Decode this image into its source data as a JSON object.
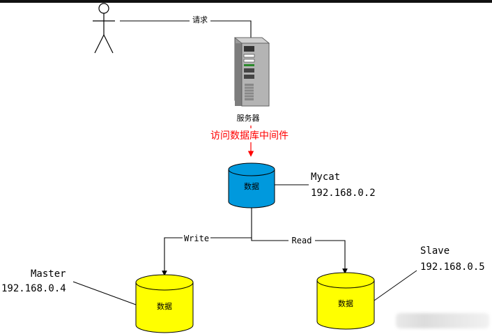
{
  "colors": {
    "request_line": "#000000",
    "access_arrow": "#ff0000",
    "access_text": "#ff0000",
    "mycat_fill": "#0099dd",
    "node_fill": "#ffff00",
    "server_body": "#b4b4b4"
  },
  "edges": {
    "request": "请求",
    "access": "访问数据库中间件",
    "write": "Write",
    "read": "Read"
  },
  "server": {
    "icon": "server-tower-icon",
    "label": "服务器"
  },
  "user": {
    "icon": "stick-figure-user-icon"
  },
  "mycat": {
    "name": "Mycat",
    "ip": "192.168.0.2",
    "cylinder_label": "数据"
  },
  "master": {
    "name": "Master",
    "ip": "192.168.0.4",
    "cylinder_label": "数据"
  },
  "slave": {
    "name": "Slave",
    "ip": "192.168.0.5",
    "cylinder_label": "数据"
  }
}
